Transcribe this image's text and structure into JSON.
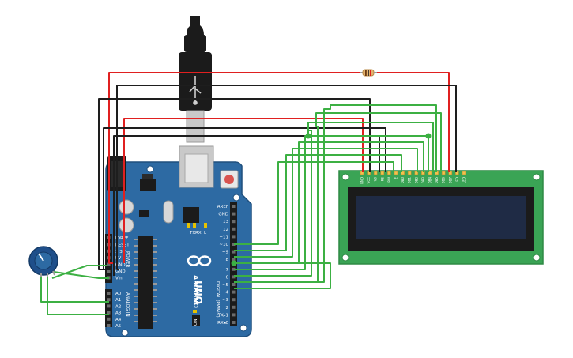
{
  "colors": {
    "board": "#2d6aa3",
    "board_edge": "#1f4f7d",
    "lcd_pcb": "#3aa455",
    "lcd_screen": "#1f2b45",
    "lcd_bezel": "#1b1b1b",
    "wire_red": "#e02020",
    "wire_black": "#1e1e1e",
    "wire_green": "#3cb043",
    "pot_body": "#1f4f8a"
  },
  "arduino": {
    "brand": "ARDUINO",
    "model": "UNO",
    "section_digital": "DIGITAL (PWM~)",
    "section_analog": "ANALOG IN",
    "section_power": "POWER",
    "label_on": "ON",
    "label_tx": "TX",
    "label_rx": "RX",
    "label_l": "L",
    "digital_pins": [
      "AREF",
      "GND",
      "13",
      "12",
      "~11",
      "~10",
      "~9",
      "8",
      "7",
      "~6",
      "~5",
      "4",
      "~3",
      "2",
      "TX▸1",
      "RX◂0"
    ],
    "power_pins": [
      "IOREF",
      "RESET",
      "3.3V",
      "5V",
      "GND",
      "GND",
      "Vin"
    ],
    "analog_pins": [
      "A0",
      "A1",
      "A2",
      "A3",
      "A4",
      "A5"
    ]
  },
  "lcd": {
    "pins": [
      "GND",
      "VCC",
      "V0",
      "RS",
      "RW",
      "E",
      "DB0",
      "DB1",
      "DB2",
      "DB3",
      "DB4",
      "DB5",
      "DB6",
      "DB7",
      "LED",
      "LED"
    ]
  },
  "icons": {
    "usb": "usb-connector-icon",
    "resistor": "resistor-icon",
    "potentiometer": "potentiometer-icon"
  }
}
